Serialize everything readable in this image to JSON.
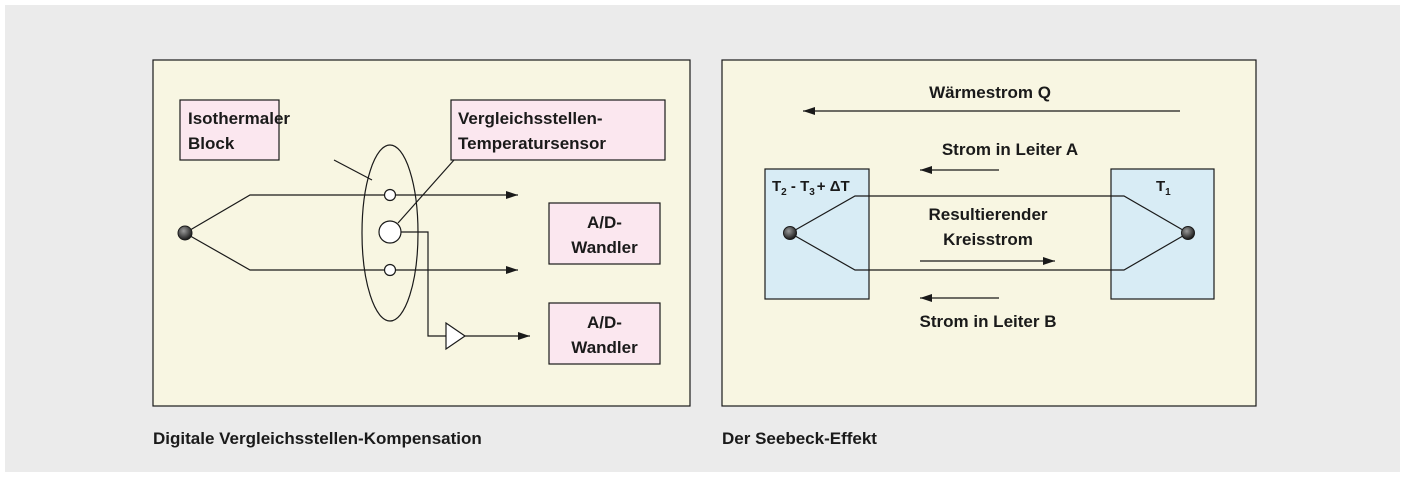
{
  "left_diagram": {
    "label_isothermal_line1": "Isothermaler",
    "label_isothermal_line2": "Block",
    "label_sensor_line1": "Vergleichsstellen-",
    "label_sensor_line2": "Temperatursensor",
    "adc1_line1": "A/D-",
    "adc1_line2": "Wandler",
    "adc2_line1": "A/D-",
    "adc2_line2": "Wandler",
    "caption": "Digitale Vergleichsstellen-Kompensation"
  },
  "right_diagram": {
    "heat_flow_label": "Wärmestrom Q",
    "current_a_label": "Strom in Leiter A",
    "circuit_line1": "Resultierender",
    "circuit_line2": "Kreisstrom",
    "current_b_label": "Strom in Leiter B",
    "left_block_label": {
      "t2": "T",
      "t2_sub": "2",
      "dash": " - T",
      "t3_sub": "3",
      "rest": "+ ΔT"
    },
    "right_block_label": {
      "t1": "T",
      "t1_sub": "1"
    },
    "caption": "Der Seebeck-Effekt"
  },
  "colors": {
    "outer_background": "#ebebeb",
    "panel_fill": "#f8f6e2",
    "label_box_fill": "#fbe7ef",
    "block_fill": "#d8ecf5",
    "stroke": "#1a1a1a"
  }
}
